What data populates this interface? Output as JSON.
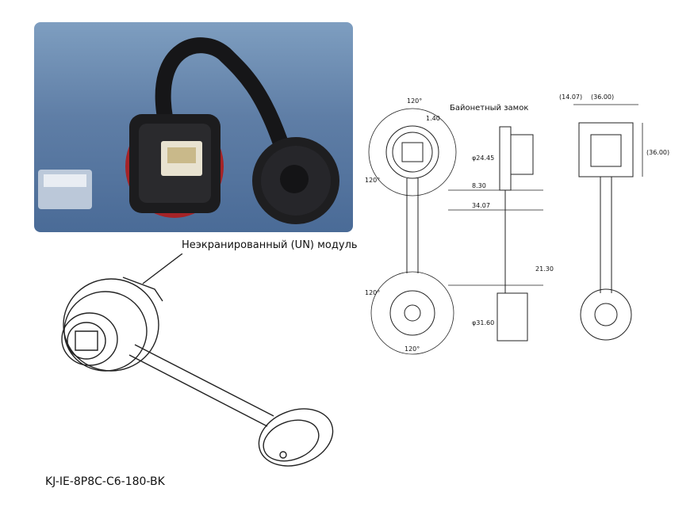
{
  "labels": {
    "module": "Неэкранированный (UN) модуль",
    "part_number": "KJ-IE-8P8C-C6-180-BK",
    "bayonet": "Байонетный замок"
  },
  "dimensions": {
    "angle_top": "120°",
    "angle_left": "120°",
    "angle_cap_left": "120°",
    "angle_cap_bottom": "120°",
    "d_140": "1.40",
    "d_1407": "(14.07)",
    "d_phi2445": "φ24.45",
    "d_830": "8.30",
    "d_3407": "34.07",
    "d_2130": "21.30",
    "d_phi3160": "φ31.60",
    "d_3600_h": "(36.00)",
    "d_3600_v": "(36.00)"
  },
  "colors": {
    "photo_bg": "#6f8fb6",
    "connector_body": "#1c1c1e",
    "seal_red": "#b0262a",
    "rj45_insert": "#e8e2d0",
    "line": "#222222"
  }
}
